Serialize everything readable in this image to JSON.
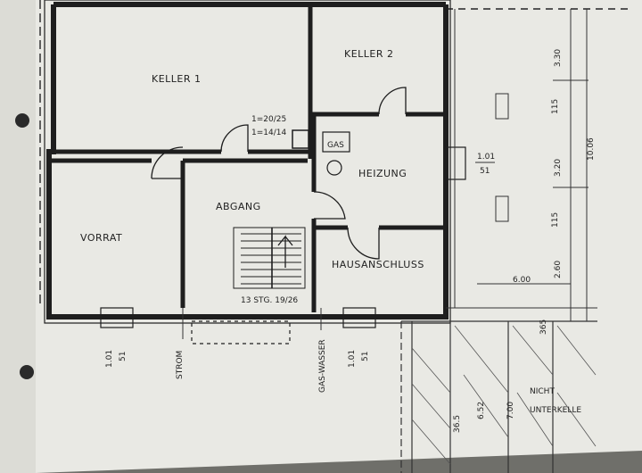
{
  "rooms": {
    "keller1": "KELLER 1",
    "keller2": "KELLER 2",
    "vorrat": "VORRAT",
    "abgang": "ABGANG",
    "heizung": "HEIZUNG",
    "hausanschluss": "HAUSANSCHLUSS",
    "gas": "GAS",
    "nicht_line1": "NICHT",
    "nicht_line2": "UNTERKELLE"
  },
  "labels": {
    "window_ratio_1": "1=20/25",
    "window_ratio_2": "1=14/14",
    "stairs": "13 STG. 19/26",
    "strom": "STROM",
    "gas_wasser": "GAS-WASSER"
  },
  "dimensions": {
    "d_330": "3.30",
    "d_1006": "10.06",
    "d_320": "3.20",
    "d_260": "2.60",
    "d_600": "6.00",
    "d_115a": "115",
    "d_115b": "115",
    "d_365": "365",
    "d_652": "6.52",
    "d_700": "7.00",
    "d_365b": "36.5",
    "win_heiz_top": "1.01",
    "win_heiz_bot": "51",
    "win_left_top": "1.01",
    "win_left_bot": "51",
    "win_right_top": "1.01",
    "win_right_bot": "51"
  },
  "colors": {
    "paper": "#e9e9e4",
    "ink": "#222222",
    "background": "#6f6f6a"
  }
}
